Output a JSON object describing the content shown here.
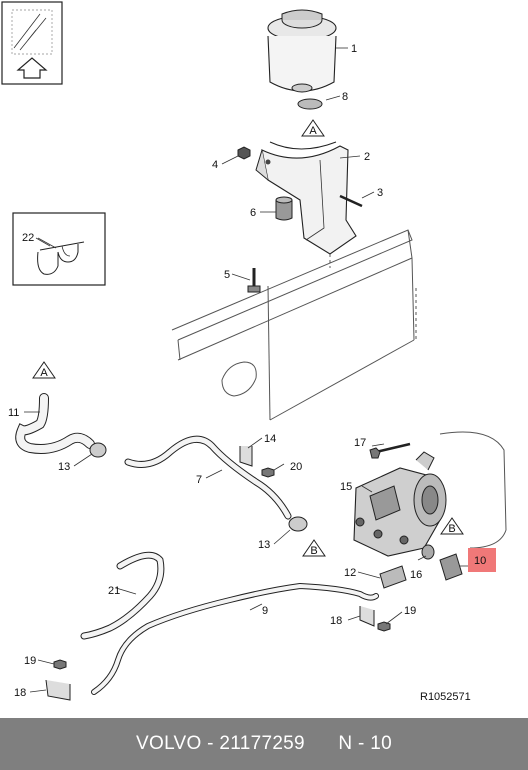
{
  "callouts": {
    "c1": "1",
    "c2": "2",
    "c3": "3",
    "c4": "4",
    "c5": "5",
    "c6": "6",
    "c7": "7",
    "c8": "8",
    "c9": "9",
    "c10": "10",
    "c11": "11",
    "c12": "12",
    "c13a": "13",
    "c13b": "13",
    "c14": "14",
    "c15": "15",
    "c16": "16",
    "c17": "17",
    "c18a": "18",
    "c18b": "18",
    "c19a": "19",
    "c19b": "19",
    "c20": "20",
    "c21": "21",
    "c22": "22"
  },
  "markers": {
    "a1": "A",
    "a2": "A",
    "b1": "B",
    "b2": "B"
  },
  "highlight_color": "#f07878",
  "ref_code": "R1052571",
  "footer": {
    "brand": "VOLVO",
    "sep": " - ",
    "part_number": "21177259",
    "position": "N - 10"
  }
}
